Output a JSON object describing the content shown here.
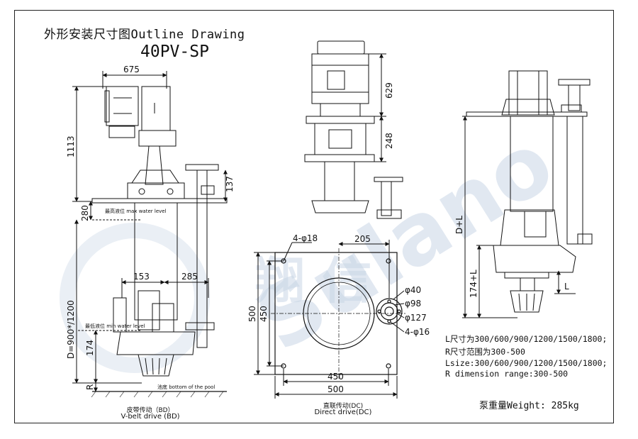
{
  "title": "外形安装尺寸图Outline Drawing",
  "model": "40PV-SP",
  "watermark": {
    "brand": "Sulano",
    "glyphs": "翔 信"
  },
  "views": {
    "bd": {
      "caption_cn": "皮带传动（BD）",
      "caption_en": "V-belt drive (BD)",
      "max_level": "最高液位 max water level",
      "min_level": "最低液位 min water level",
      "pool_bottom": "池底 bottom of the pool",
      "dims": {
        "width_top": "675",
        "height": "1113",
        "bracket_h": "137",
        "d_280": "280",
        "w_153": "153",
        "w_285": "285",
        "d_174": "174",
        "d_depth": "D=900*/1200",
        "r": "R"
      }
    },
    "dc": {
      "caption_cn": "直联传动(DC)",
      "caption_en": "Direct drive(DC)",
      "dims": {
        "h_629": "629",
        "h_248": "248"
      }
    },
    "plan": {
      "dims": {
        "holes": "4-φ18",
        "d_205": "205",
        "h_500": "500",
        "h_450": "450",
        "w_450": "450",
        "w_500": "500"
      },
      "flange": {
        "d40": "φ40",
        "d98": "φ98",
        "d127": "φ127",
        "holes": "4-φ16"
      }
    },
    "side": {
      "dims": {
        "dl": "D+L",
        "l174": "174+L",
        "l": "L"
      }
    }
  },
  "notes": [
    "L尺寸为300/600/900/1200/1500/1800;",
    "R尺寸范围为300-500",
    "Lsize:300/600/900/1200/1500/1800;",
    "R dimension range:300-500"
  ],
  "weight": "泵重量Weight: 285kg"
}
